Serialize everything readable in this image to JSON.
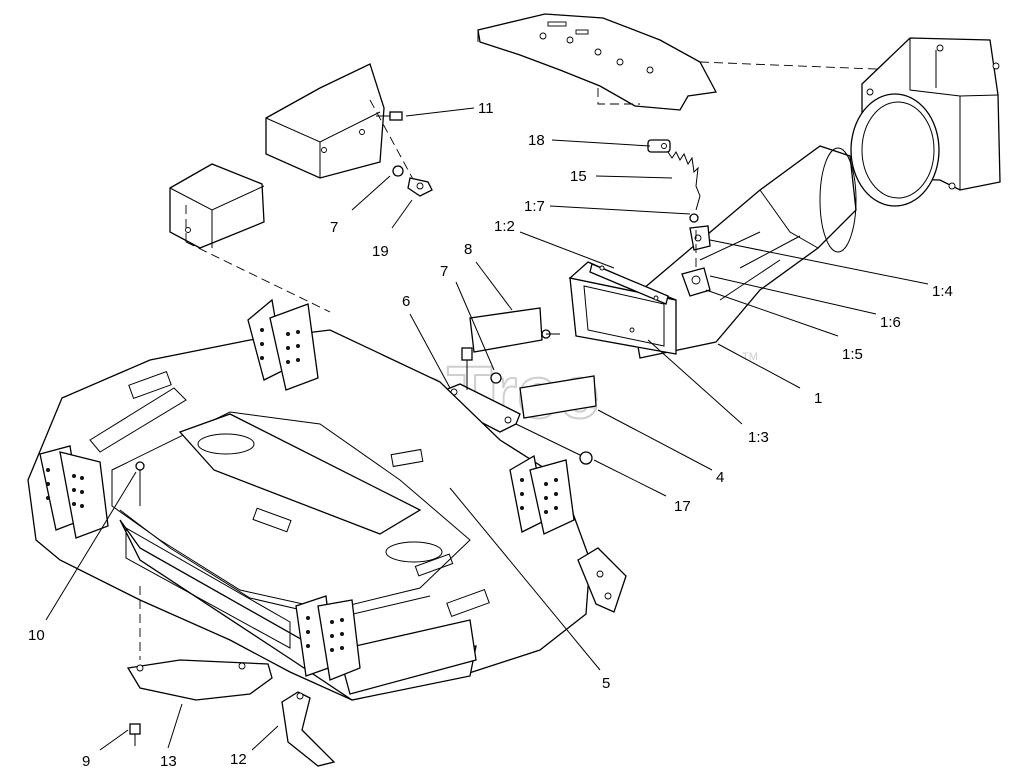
{
  "watermark": {
    "text": "PartsTree",
    "tm": "TM"
  },
  "callouts": [
    {
      "id": "c11",
      "text": "11"
    },
    {
      "id": "c7a",
      "text": "7"
    },
    {
      "id": "c19",
      "text": "19"
    },
    {
      "id": "c18",
      "text": "18"
    },
    {
      "id": "c15",
      "text": "15"
    },
    {
      "id": "c1_7",
      "text": "1:7"
    },
    {
      "id": "c1_2",
      "text": "1:2"
    },
    {
      "id": "c8",
      "text": "8"
    },
    {
      "id": "c7b",
      "text": "7"
    },
    {
      "id": "c6",
      "text": "6"
    },
    {
      "id": "c1_4",
      "text": "1:4"
    },
    {
      "id": "c1_6",
      "text": "1:6"
    },
    {
      "id": "c1_5",
      "text": "1:5"
    },
    {
      "id": "c1",
      "text": "1"
    },
    {
      "id": "c1_3",
      "text": "1:3"
    },
    {
      "id": "c4",
      "text": "4"
    },
    {
      "id": "c17",
      "text": "17"
    },
    {
      "id": "c10",
      "text": "10"
    },
    {
      "id": "c5",
      "text": "5"
    },
    {
      "id": "c9",
      "text": "9"
    },
    {
      "id": "c13",
      "text": "13"
    },
    {
      "id": "c12",
      "text": "12"
    }
  ]
}
